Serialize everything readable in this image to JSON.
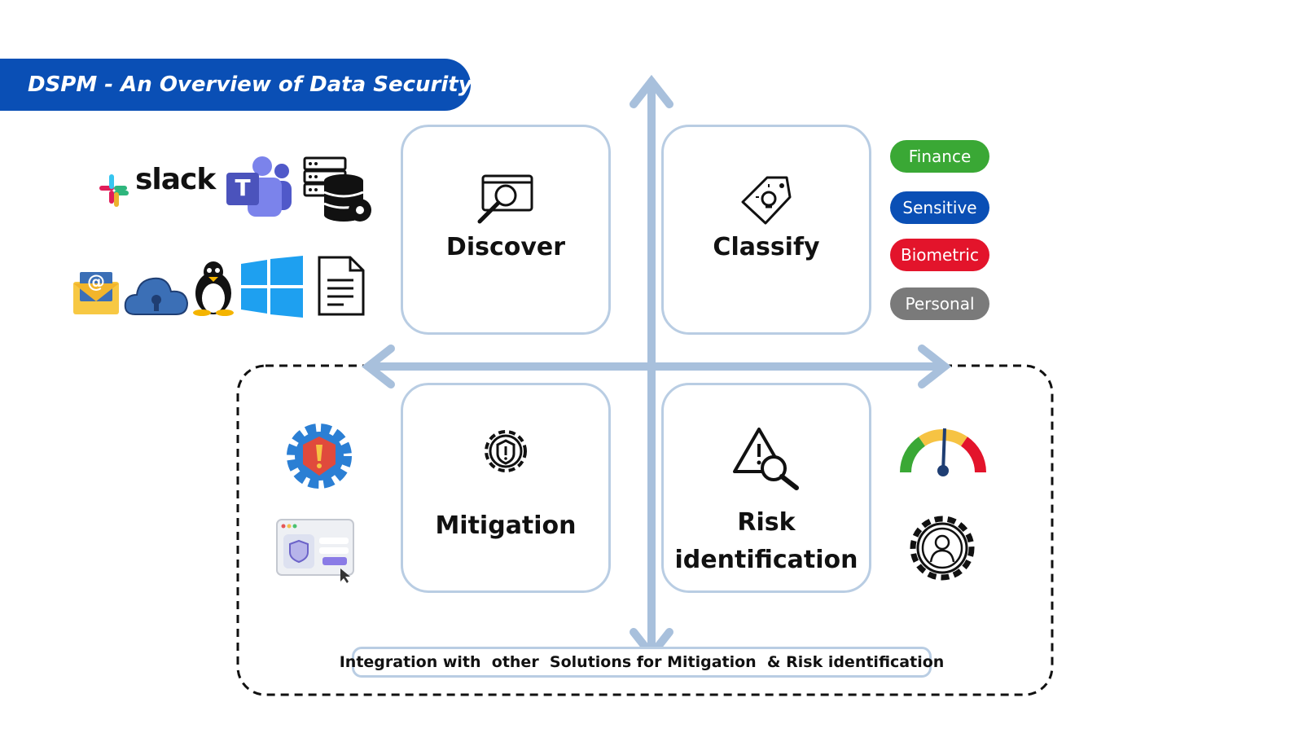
{
  "title": "DSPM - An Overview of Data Security",
  "quadrants": {
    "discover": "Discover",
    "classify": "Classify",
    "mitigation": "Mitigation",
    "risk_line1": "Risk",
    "risk_line2": "identification"
  },
  "classification_tags": [
    {
      "label": "Finance",
      "color": "#3aa835"
    },
    {
      "label": "Sensitive",
      "color": "#0a4fb5"
    },
    {
      "label": "Biometric",
      "color": "#e3142b"
    },
    {
      "label": "Personal",
      "color": "#7a7a7a"
    }
  ],
  "integration_label": "Integration with  other  Solutions for Mitigation  & Risk identification",
  "source_icons": {
    "slack_text": "slack",
    "teams_letter": "T",
    "email_symbol": "@"
  },
  "colors": {
    "banner": "#0a4fb5",
    "axis": "#a8c0dc",
    "card_border": "#b9cde3"
  }
}
